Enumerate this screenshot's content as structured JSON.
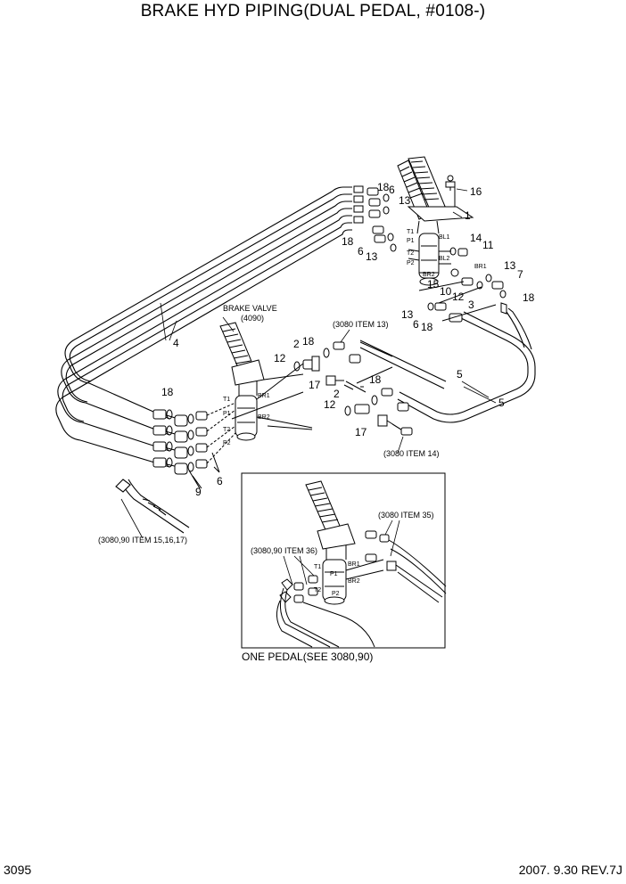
{
  "title": "BRAKE HYD PIPING(DUAL PEDAL, #0108-)",
  "page_number": "3095",
  "revision": "2007. 9.30  REV.7J",
  "labels": {
    "brake_valve": "BRAKE VALVE",
    "brake_valve_ref": "(4090)",
    "item13_ref": "(3080 ITEM 13)",
    "item14_ref": "(3080 ITEM 14)",
    "item15_ref": "(3080,90 ITEM 15,16,17)",
    "item35_ref": "(3080 ITEM 35)",
    "item36_ref": "(3080,90 ITEM 36)",
    "one_pedal": "ONE PEDAL(SEE 3080,90)"
  },
  "ports": {
    "t1": "T1",
    "p1": "P1",
    "t2": "T2",
    "p2": "P2",
    "br1": "BR1",
    "br2": "BR2",
    "bl1": "BL1",
    "bl2": "BL2"
  },
  "callouts": {
    "n1": "1",
    "n2": "2",
    "n3": "3",
    "n4": "4",
    "n5": "5",
    "n6": "6",
    "n7": "7",
    "n9": "9",
    "n10": "10",
    "n11": "11",
    "n12": "12",
    "n13": "13",
    "n14": "14",
    "n15": "15",
    "n16": "16",
    "n17": "17",
    "n18": "18"
  }
}
